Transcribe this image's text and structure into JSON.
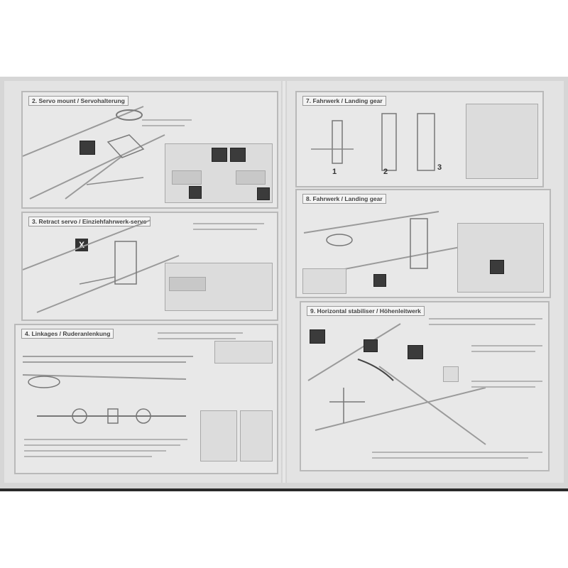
{
  "sections": {
    "s2": {
      "title": "2. Servo mount / Servohalterung"
    },
    "s3": {
      "title": "3. Retract servo / Einziehfahrwerk-servo"
    },
    "s4": {
      "title": "4. Linkages / Ruderanlenkung"
    },
    "s7": {
      "title": "7. Fahrwerk / Landing gear",
      "steps": [
        "1",
        "2",
        "3"
      ]
    },
    "s8": {
      "title": "8. Fahrwerk / Landing gear"
    },
    "s9": {
      "title": "9. Horizontal stabiliser / Höhenleitwerk"
    }
  },
  "badge": {
    "x_label": "X"
  },
  "icons": [
    "servo-photo",
    "retract-photo",
    "gear-photo",
    "stabiliser-photo"
  ]
}
